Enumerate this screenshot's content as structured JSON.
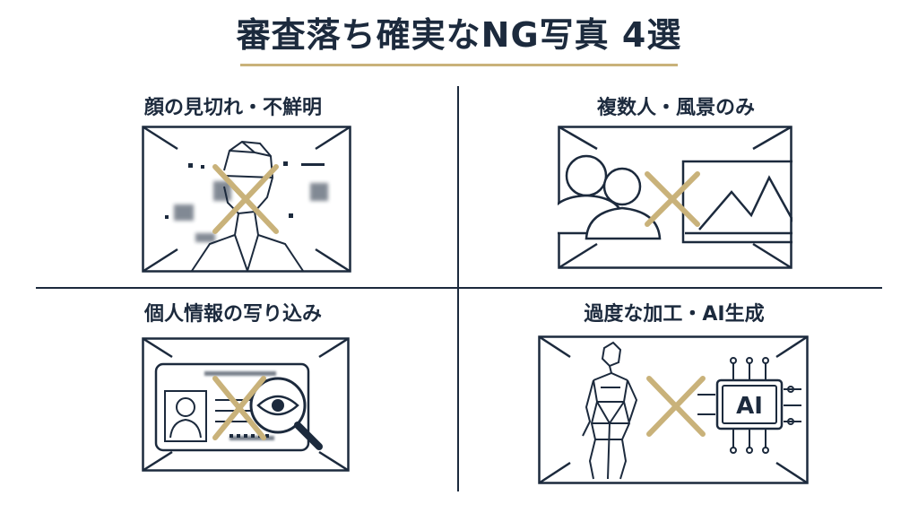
{
  "title": "審査落ち確実なNG写真 4選",
  "panels": [
    {
      "label": "顔の見切れ・不鮮明",
      "icon": "cropped-blurry-face-icon"
    },
    {
      "label": "複数人・風景のみ",
      "icon": "group-and-landscape-icon"
    },
    {
      "label": "個人情報の写り込み",
      "icon": "id-card-magnifier-icon"
    },
    {
      "label": "過度な加工・AI生成",
      "icon": "ai-generated-figure-icon"
    }
  ],
  "ai_chip_text": "AI",
  "colors": {
    "navy": "#1c2a3d",
    "gold": "#c9b27a",
    "background": "#ffffff"
  }
}
